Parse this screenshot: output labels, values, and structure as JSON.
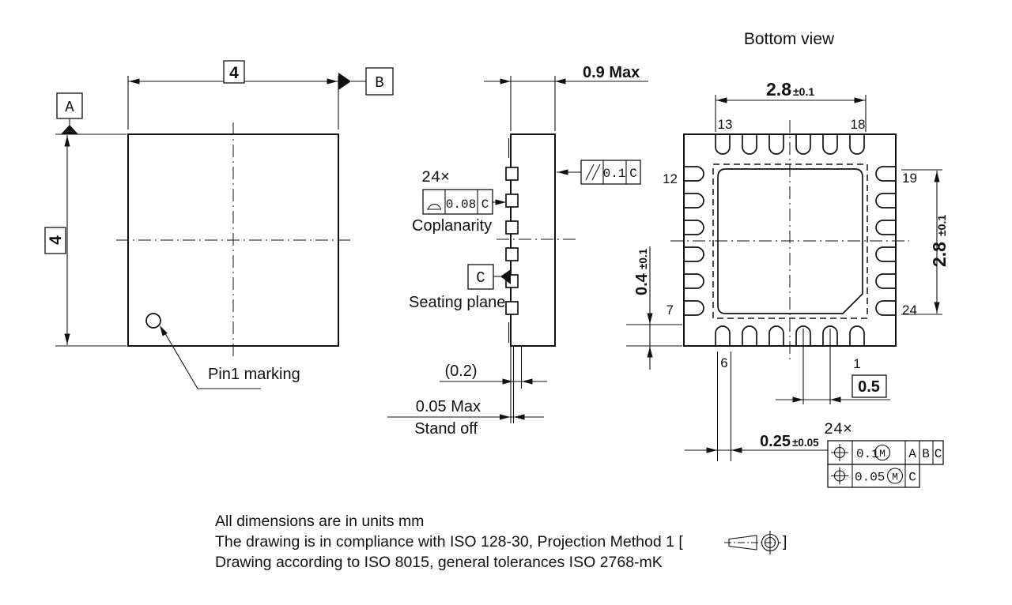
{
  "top_view": {
    "width_dim": "4",
    "height_dim": "4",
    "datum_a": "A",
    "datum_b": "B",
    "pin1_label": "Pin1 marking"
  },
  "side_view": {
    "height_dim": "0.9 Max",
    "lead_count": "24×",
    "coplanarity_symbol_name": "surface-profile-icon",
    "coplanarity_tol": "0.08",
    "coplanarity_datum": "C",
    "coplanarity_label": "Coplanarity",
    "parallelism_symbol_name": "parallelism-icon",
    "parallelism_tol": "0.1",
    "parallelism_datum": "C",
    "datum_c": "C",
    "seating_plane_label": "Seating plane",
    "lead_thickness_dim": "(0.2)",
    "standoff_dim": "0.05 Max",
    "standoff_label": "Stand off"
  },
  "bottom_view": {
    "title": "Bottom view",
    "pad_span_top": {
      "value": "2.8",
      "tolerance": "±0.1"
    },
    "pad_span_right": {
      "value": "2.8",
      "tolerance": "±0.1"
    },
    "lead_length": {
      "value": "0.4",
      "tolerance": "±0.1"
    },
    "pitch_dim": "0.5",
    "lead_width": {
      "value": "0.25",
      "tolerance": "±0.05"
    },
    "lead_count": "24×",
    "pins": {
      "p13": "13",
      "p18": "18",
      "p12": "12",
      "p19": "19",
      "p7": "7",
      "p24": "24",
      "p6": "6",
      "p1": "1"
    },
    "fcf1": {
      "symbol_name": "position-icon",
      "tol": "0.1",
      "mod": "M",
      "d1": "A",
      "d2": "B",
      "d3": "C"
    },
    "fcf2": {
      "symbol_name": "position-icon",
      "tol": "0.05",
      "mod": "M",
      "d1": "C"
    }
  },
  "notes": {
    "line1": "All dimensions are in units mm",
    "line2_prefix": "The drawing is in compliance with ISO 128-30, Projection Method 1 [",
    "line2_suffix": "]",
    "line3": "Drawing according to ISO 8015, general tolerances ISO 2768-mK"
  },
  "colors": {
    "ink": "#111111",
    "background": "#ffffff"
  }
}
